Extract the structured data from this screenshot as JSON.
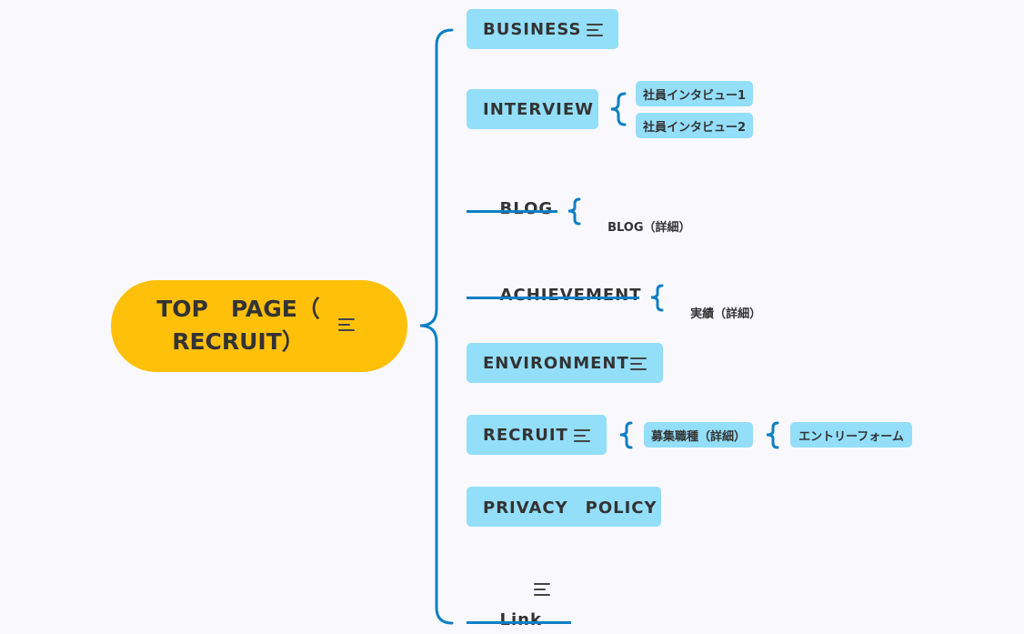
{
  "root": {
    "label": "TOP　PAGE（\nRECRUIT）"
  },
  "branches": {
    "business": "BUSINESS",
    "interview": "INTERVIEW",
    "blog": "BLOG",
    "achievement": "ACHIEVEMENT",
    "environment": "ENVIRONMENT",
    "recruit": "RECRUIT",
    "privacy": "PRIVACY　POLICY",
    "link": "Link"
  },
  "leaves": {
    "interview_1": "社員インタビュー1",
    "interview_2": "社員インタビュー2",
    "blog_detail": "BLOG（詳細）",
    "achievement_detail": "実績（詳細）",
    "recruit_detail": "募集職種（詳細）",
    "entry_form": "エントリーフォーム"
  },
  "colors": {
    "root_fill": "#ffc00a",
    "topic_fill": "#93def9",
    "connector": "#0e7fc4",
    "background": "#f9f9fd"
  }
}
